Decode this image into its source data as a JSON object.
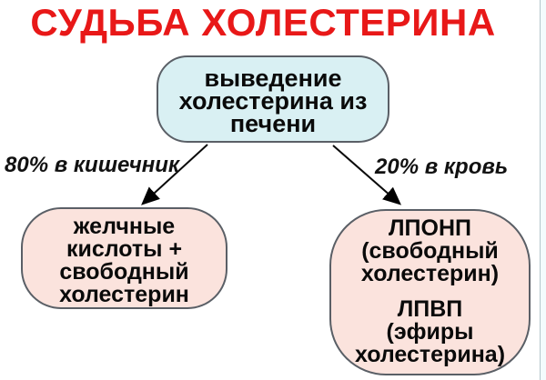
{
  "title": "СУДЬБА ХОЛЕСТЕРИНА",
  "colors": {
    "title_red": "#e81818",
    "top_node_fill": "#d9f0f3",
    "bottom_node_fill": "#fbe3dd",
    "node_border": "#5a5f66",
    "arrow": "#000000",
    "background": "#ffffff"
  },
  "diagram": {
    "top_node": {
      "lines": [
        "выведение",
        "холестерина из",
        "печени"
      ]
    },
    "left_edge_label": "80% в кишечник",
    "right_edge_label": "20% в кровь",
    "left_node": {
      "lines": [
        "желчные",
        "кислоты +",
        "свободный",
        "холестерин"
      ]
    },
    "right_node": {
      "lines": [
        "ЛПОНП",
        "(свободный",
        "холестерин)",
        "ЛПВП",
        "(эфиры",
        "холестерина)"
      ]
    }
  }
}
